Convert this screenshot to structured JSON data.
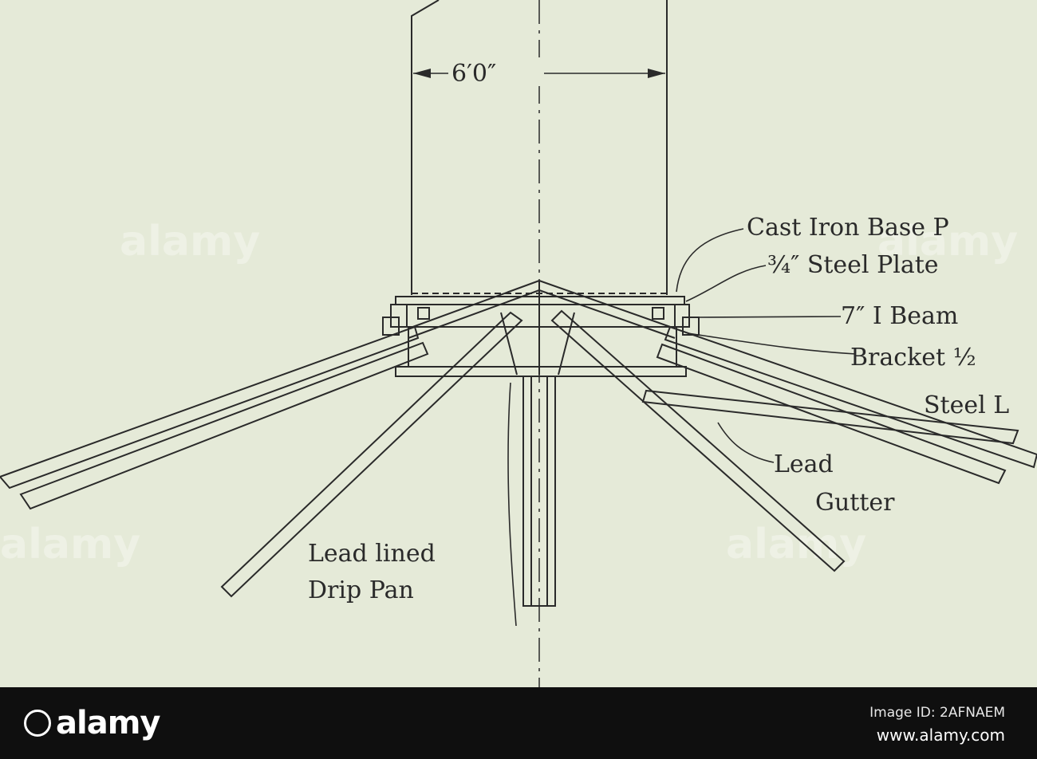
{
  "drawing": {
    "dimension": "6′0″",
    "labels": {
      "cast_iron_base": "Cast Iron Base P",
      "steel_plate": "¾″ Steel Plate",
      "i_beam": "7″ I Beam",
      "bracket": "Bracket ½",
      "steel_l": "Steel L",
      "lead_gutter_1": "Lead",
      "lead_gutter_2": "Gutter",
      "drip_pan_1": "Lead lined",
      "drip_pan_2": "Drip Pan"
    },
    "watermark": "alamy"
  },
  "footer": {
    "logo_text": "alamy",
    "image_id": "Image ID: 2AFNAEM",
    "site": "www.alamy.com"
  },
  "colors": {
    "paper": "#e5ead8",
    "ink": "#2a2a2a",
    "footer_bg": "#0f0f0f"
  }
}
